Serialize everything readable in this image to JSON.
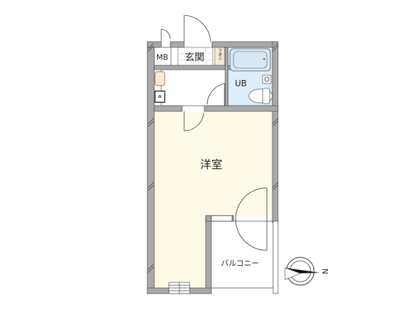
{
  "rooms": {
    "mb": "MB",
    "entrance": "玄関",
    "shoe_storage": "下足入",
    "unit_bath": "UB",
    "western_room": "洋室",
    "balcony": "バルコニー"
  },
  "compass": {
    "north_label": "N"
  },
  "colors": {
    "wall": "#a9a9a9",
    "western_room": "#fdfbe6",
    "unit_bath": "#deeef8",
    "kitchen": "#ffffff",
    "shoe_storage": "#f5ecd2"
  }
}
